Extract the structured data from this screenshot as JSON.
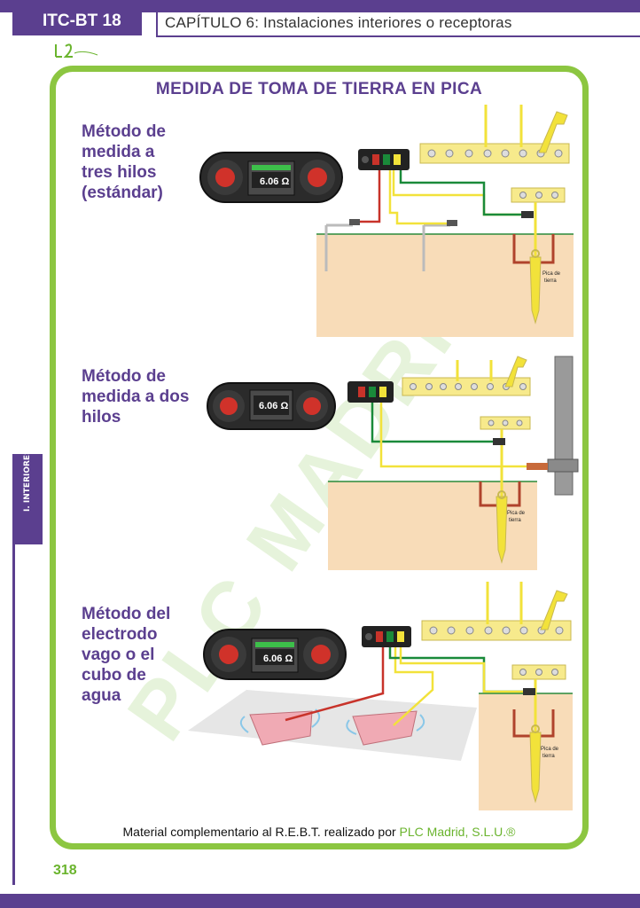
{
  "header": {
    "code": "ITC-BT 18",
    "chapter": "CAPÍTULO 6: Instalaciones interiores o receptoras"
  },
  "sidebar": {
    "tab_label": "I. INTERIORES"
  },
  "page": {
    "title": "MEDIDA DE TOMA DE TIERRA EN PICA",
    "watermark": "PLC MADRID",
    "number": "318"
  },
  "methods": [
    {
      "lines": [
        "Método de",
        "medida a",
        "tres hilos",
        "(estándar)"
      ],
      "reading": "6.06 Ω",
      "stake_label": [
        "Pica de",
        "tierra"
      ]
    },
    {
      "lines": [
        "Método de",
        "medida a dos",
        "hilos"
      ],
      "reading": "6.06 Ω",
      "stake_label": [
        "Pica de",
        "tierra"
      ]
    },
    {
      "lines": [
        "Método del",
        "electrodo",
        "vago o el",
        "cubo de",
        "agua"
      ],
      "reading": "6.06 Ω",
      "stake_label": [
        "Pica de",
        "tierra"
      ]
    }
  ],
  "footer": {
    "text": "Material complementario al R.E.B.T. realizado por ",
    "company": "PLC Madrid, S.L.U.®"
  },
  "colors": {
    "purple": "#5b3f8f",
    "green": "#8cc641",
    "soil": "#f8dcb8",
    "busbar": "#f7ea8c",
    "wire_red": "#c8332a",
    "wire_green": "#1a8a3a",
    "wire_yellow": "#f2e23a"
  }
}
